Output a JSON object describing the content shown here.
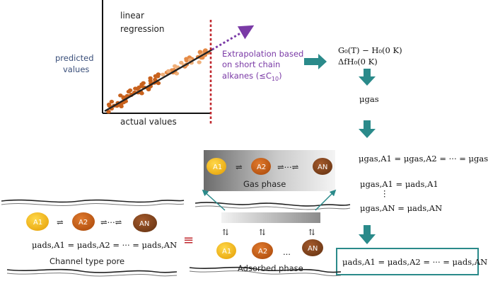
{
  "scatter_plot": {
    "title_line1": "linear",
    "title_line2": "regression",
    "ylabel_line1": "predicted",
    "ylabel_line2": "values",
    "xlabel": "actual values",
    "extrapolation_lines": [
      "Extrapolation based",
      "on short chain",
      "alkanes (≤C",
      "10",
      ")"
    ]
  },
  "thermo_inputs": {
    "line1": "G₀(T) − H₀(0 K)",
    "line2": "ΔfH₀(0 K)"
  },
  "mu_gas": "μgas",
  "equations": {
    "gas_equal": "μgas,A1 = μgas,A2 = ··· = μgas,AN",
    "gas_ads_1": "μgas,A1 = μads,A1",
    "vdots": "⋮",
    "gas_ads_N": "μgas,AN = μads,AN",
    "ads_equal_boxed": "μads,A1 = μads,A2 = ··· = μads,AN",
    "ads_equal_pore": "μads,A1 = μads,A2 = ··· = μads,AN"
  },
  "gas_phase_label": "Gas phase",
  "adsorbed_phase_label": "Adsorbed phase",
  "channel_pore_label": "Channel type pore",
  "molecules": {
    "a1": "A1",
    "a2": "A2",
    "an": "AN"
  },
  "colors": {
    "teal": "#1f8a8a",
    "red_dotted": "#c0272d",
    "purple": "#7a3aa6",
    "a1": "#f2b51c",
    "a2": "#c8611c",
    "an": "#8a4a22"
  }
}
